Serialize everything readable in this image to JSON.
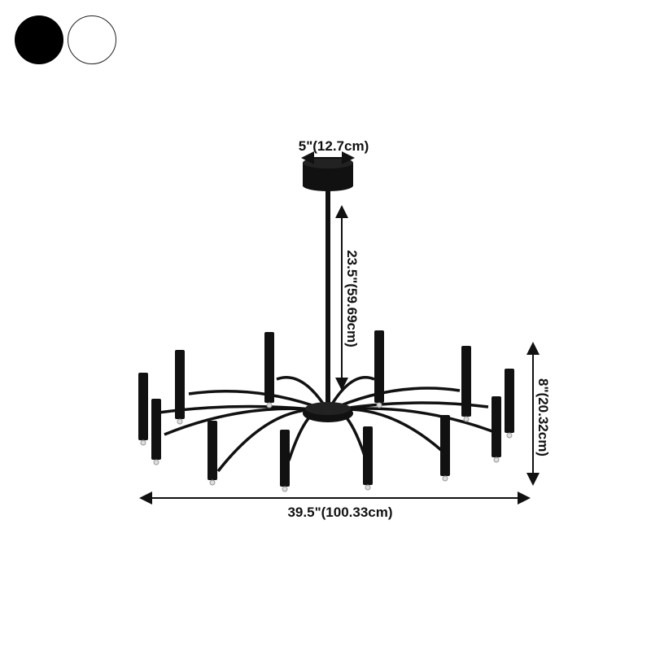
{
  "color_options": [
    {
      "name": "black",
      "color": "#000000"
    },
    {
      "name": "white",
      "color": "#ffffff"
    }
  ],
  "dimensions": {
    "canopy_width": "5\"(12.7cm)",
    "rod_length": "23.5\"(59.69cm)",
    "fixture_height": "8\"(20.32cm)",
    "overall_width": "39.5\"(100.33cm)"
  },
  "product_color": "#111111"
}
